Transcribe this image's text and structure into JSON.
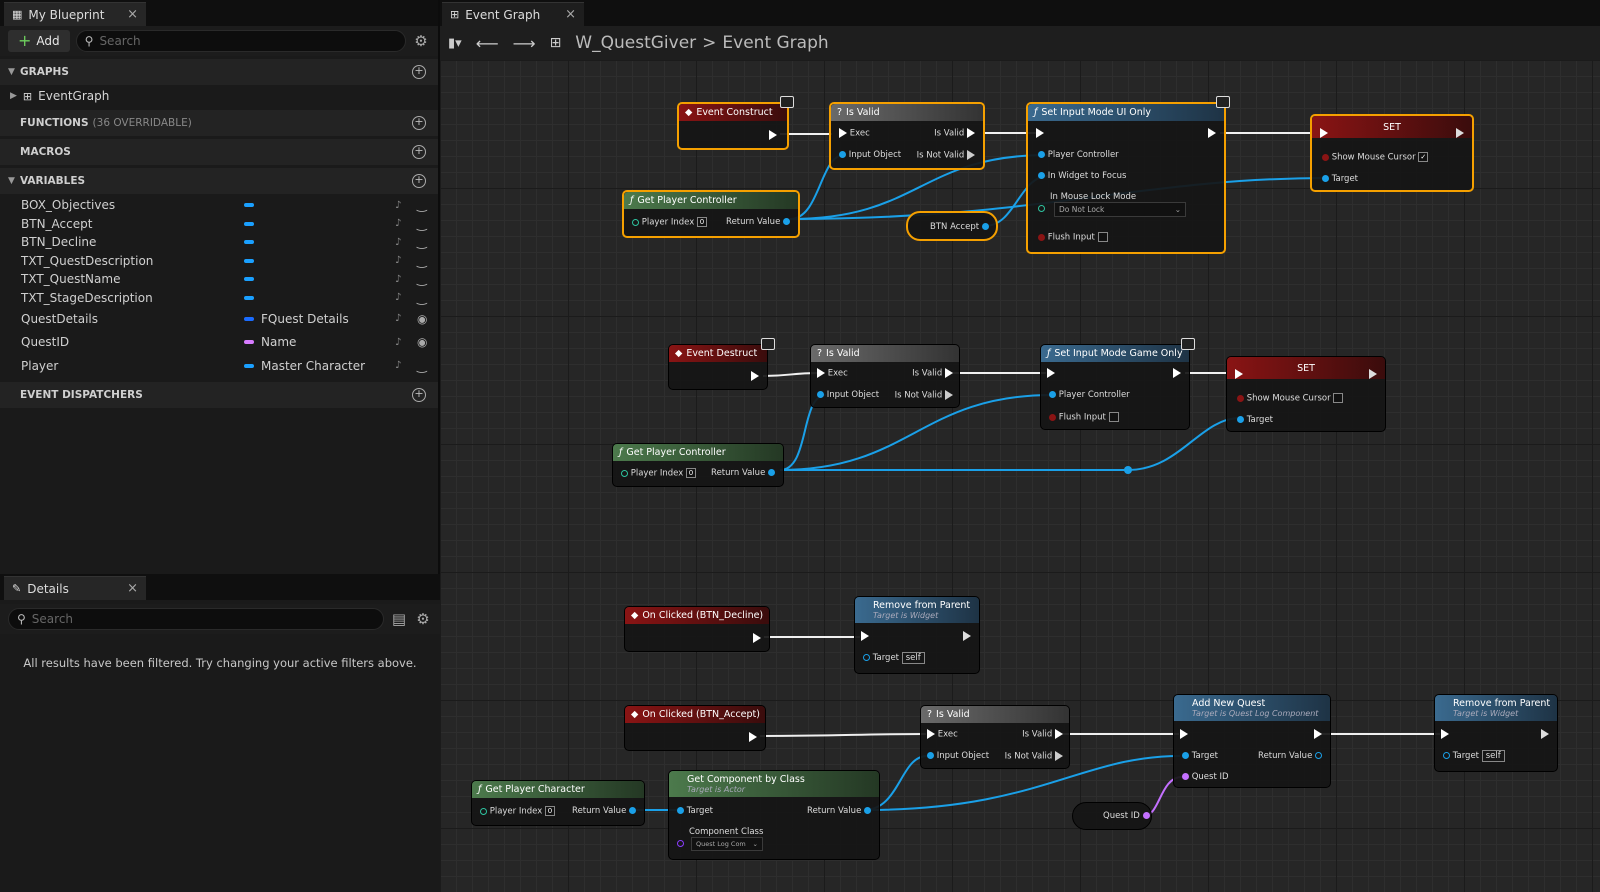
{
  "left": {
    "tab_title": "My Blueprint",
    "add_label": "Add",
    "search_placeholder": "Search",
    "graphs_label": "GRAPHS",
    "event_graph_label": "EventGraph",
    "functions_label": "FUNCTIONS",
    "functions_sub": "(36 OVERRIDABLE)",
    "macros_label": "MACROS",
    "variables_label": "VARIABLES",
    "dispatchers_label": "EVENT DISPATCHERS",
    "variables": [
      {
        "name": "BOX_Objectives",
        "type": "",
        "color": "#1aa0ff"
      },
      {
        "name": "BTN_Accept",
        "type": "",
        "color": "#1aa0ff"
      },
      {
        "name": "BTN_Decline",
        "type": "",
        "color": "#1aa0ff"
      },
      {
        "name": "TXT_QuestDescription",
        "type": "",
        "color": "#1aa0ff"
      },
      {
        "name": "TXT_QuestName",
        "type": "",
        "color": "#1aa0ff"
      },
      {
        "name": "TXT_StageDescription",
        "type": "",
        "color": "#1aa0ff"
      },
      {
        "name": "QuestDetails",
        "type": "FQuest Details",
        "color": "#1a6cff"
      },
      {
        "name": "QuestID",
        "type": "Name",
        "color": "#d77cff"
      },
      {
        "name": "Player",
        "type": "Master Character",
        "color": "#1aa0ff"
      }
    ]
  },
  "details": {
    "tab_title": "Details",
    "search_placeholder": "Search",
    "message": "All results have been filtered. Try changing your active filters above."
  },
  "graph": {
    "tab_title": "Event Graph",
    "breadcrumb_root": "W_QuestGiver",
    "breadcrumb_sep": ">",
    "breadcrumb_leaf": "Event Graph",
    "nodes": {
      "event_construct": "Event Construct",
      "is_valid": "Is Valid",
      "exec": "Exec",
      "input_object": "Input Object",
      "is_valid_pin": "Is Valid",
      "is_not_valid": "Is Not Valid",
      "set_ui_only": "Set Input Mode UI Only",
      "player_controller": "Player Controller",
      "in_widget_focus": "In Widget to Focus",
      "in_mouse_lock": "In Mouse Lock Mode",
      "do_not_lock": "Do Not Lock",
      "flush_input": "Flush Input",
      "set": "SET",
      "show_mouse_cursor": "Show Mouse Cursor",
      "target": "Target",
      "get_player_controller": "Get Player Controller",
      "player_index": "Player Index",
      "return_value": "Return Value",
      "btn_accept": "BTN Accept",
      "zero": "0",
      "event_destruct": "Event Destruct",
      "set_game_only": "Set Input Mode Game Only",
      "on_clicked_decline": "On Clicked (BTN_Decline)",
      "remove_from_parent": "Remove from Parent",
      "target_is_widget": "Target is Widget",
      "self": "self",
      "on_clicked_accept": "On Clicked (BTN_Accept)",
      "add_new_quest": "Add New Quest",
      "target_is_qlc": "Target is Quest Log Component",
      "quest_id": "Quest ID",
      "get_player_character": "Get Player Character",
      "get_component_by_class": "Get Component by Class",
      "target_is_actor": "Target is Actor",
      "component_class": "Component Class",
      "quest_log_comp": "Quest Log Com"
    }
  }
}
